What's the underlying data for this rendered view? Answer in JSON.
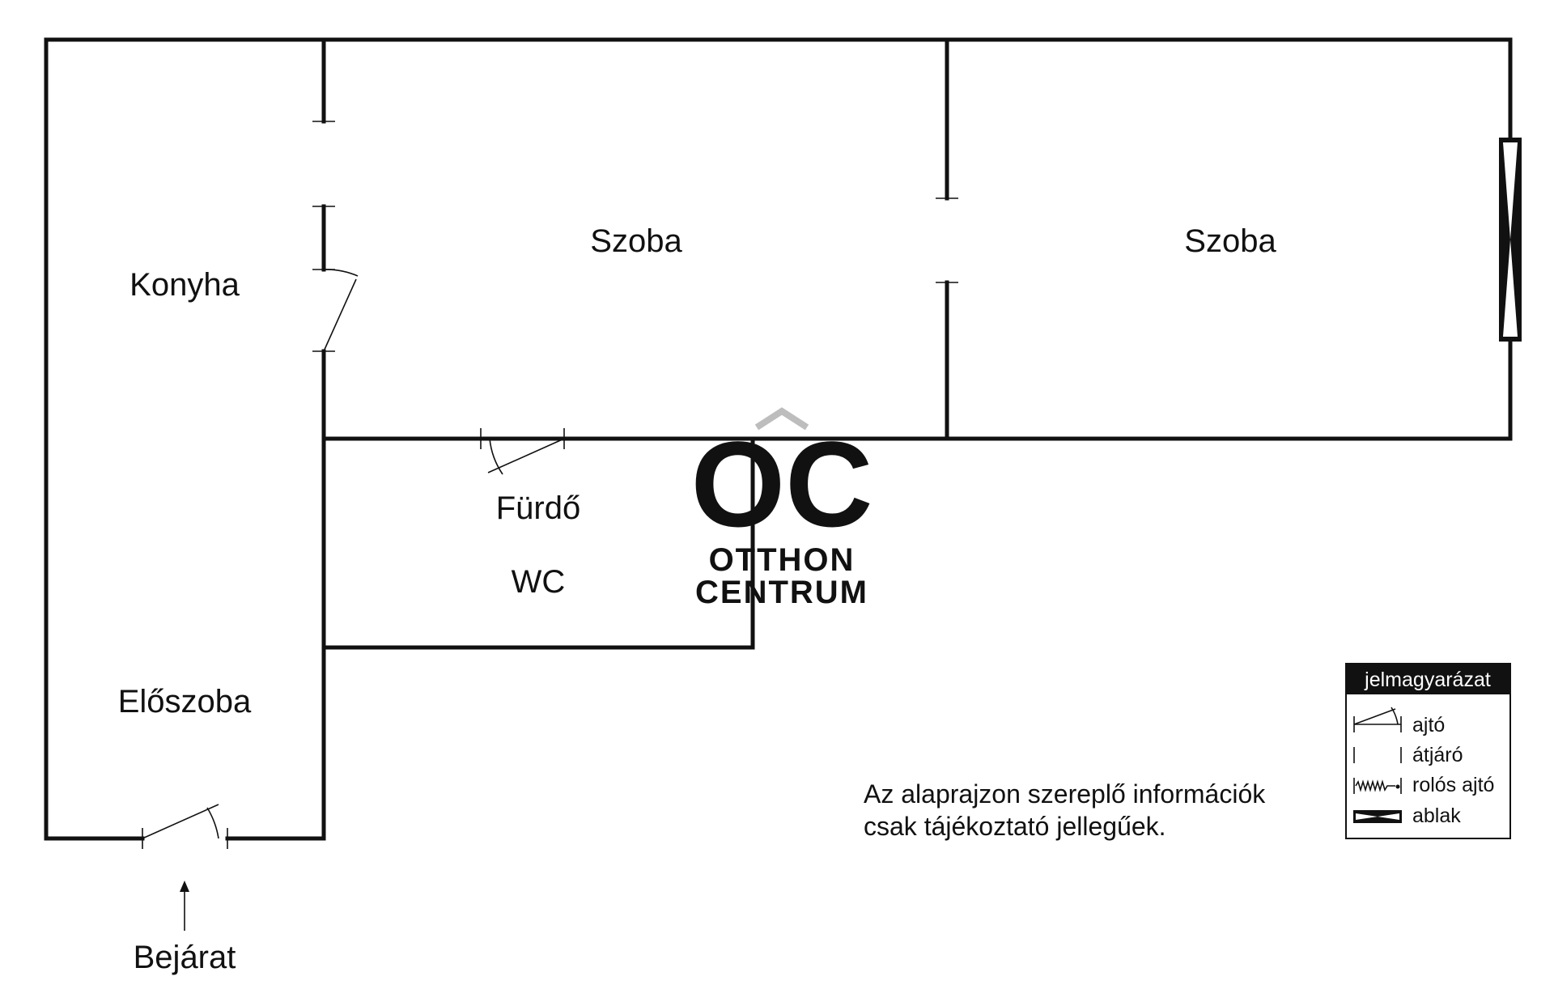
{
  "rooms": {
    "kitchen": "Konyha",
    "room_1": "Szoba",
    "room_2": "Szoba",
    "bath": "Fürdő",
    "wc": "WC",
    "hall": "Előszoba"
  },
  "entrance": "Bejárat",
  "note": {
    "line1": "Az alaprajzon szereplő információk",
    "line2": "csak tájékoztató jellegűek."
  },
  "legend": {
    "title": "jelmagyarázat",
    "items": [
      "ajtó",
      "átjáró",
      "rolós ajtó",
      "ablak"
    ]
  },
  "watermark": {
    "monogram": "OC",
    "line1": "OTTHON",
    "line2": "CENTRUM"
  }
}
